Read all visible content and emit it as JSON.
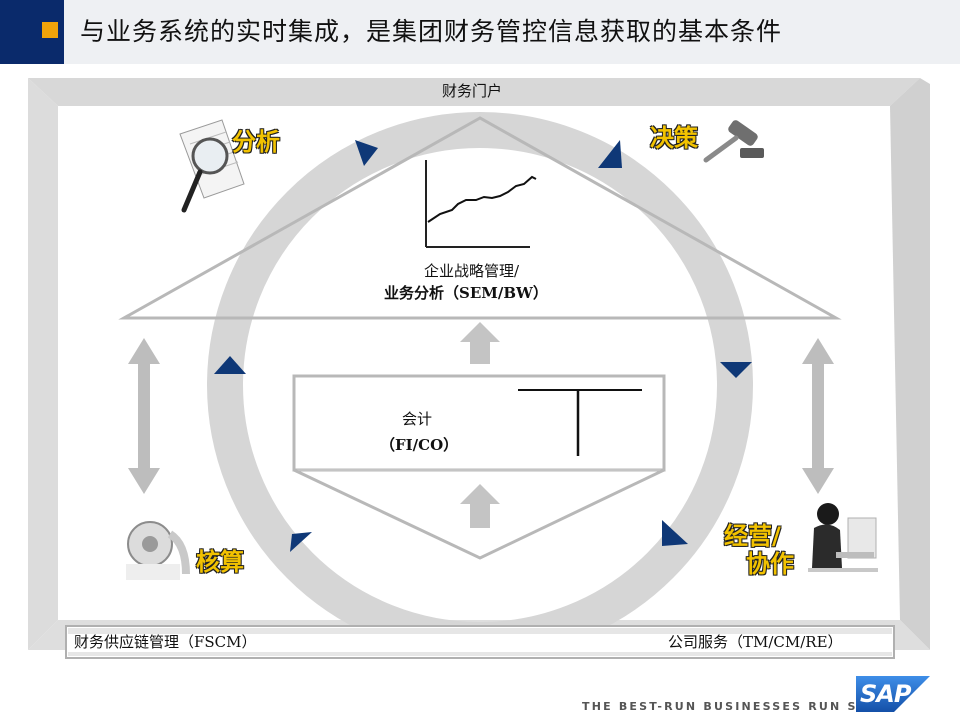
{
  "title": "与业务系统的实时集成，是集团财务管控信息获取的基本条件",
  "diagram": {
    "portal": "财务门户",
    "corners": {
      "analysis": "分析",
      "decision": "决策",
      "accounting": "核算",
      "operations_line1": "经营/",
      "operations_line2": "协作"
    },
    "sem": {
      "line1": "企业战略管理/",
      "line2": "业务分析（SEM/BW）"
    },
    "fico": {
      "line1": "会计",
      "line2": "（FI/CO）"
    },
    "bottom_bar": {
      "left": "财务供应链管理（FSCM）",
      "right": "公司服务（TM/CM/RE）"
    }
  },
  "footer": {
    "slogan": "THE BEST-RUN BUSINESSES RUN SAP",
    "logo": "SAP"
  },
  "colors": {
    "accent_navy": "#0a2a6b",
    "accent_orange": "#f0a30a",
    "frame_gray": "#d6d6d6",
    "label_gold": "#f2c200",
    "sap_blue": "#1f63c6"
  }
}
